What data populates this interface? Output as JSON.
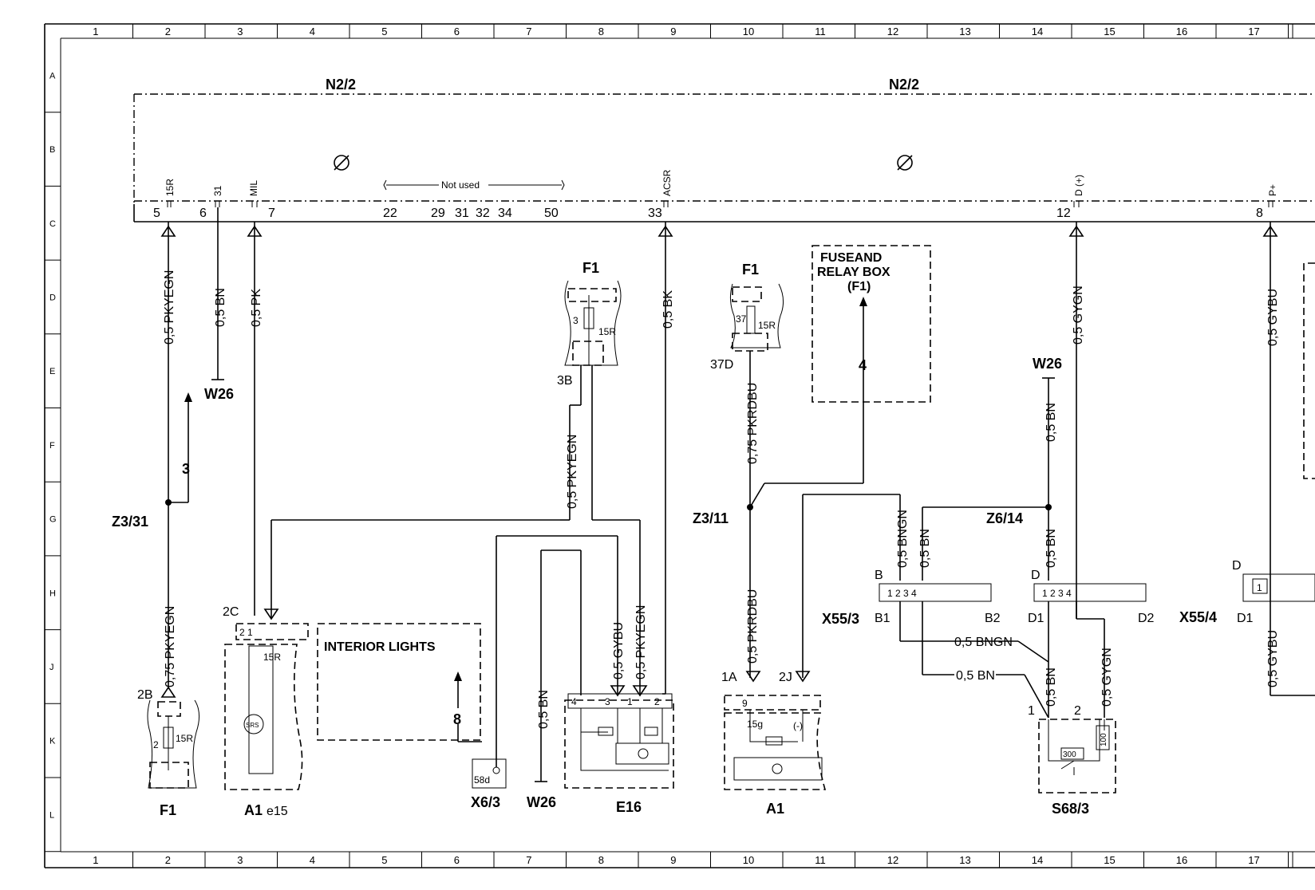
{
  "grid": {
    "columns": [
      "1",
      "2",
      "3",
      "4",
      "5",
      "6",
      "7",
      "8",
      "9",
      "10",
      "11",
      "12",
      "13",
      "14",
      "15",
      "16",
      "17"
    ],
    "rows": [
      "A",
      "B",
      "C",
      "D",
      "E",
      "F",
      "G",
      "H",
      "J",
      "K",
      "L"
    ]
  },
  "control_unit": {
    "name_left": "N2/2",
    "name_right": "N2/2",
    "pin_names": [
      "15R",
      "31",
      "MIL",
      "ACSR",
      "D (+)",
      "P+"
    ],
    "pins": [
      "5",
      "6",
      "7",
      "22",
      "29",
      "31",
      "32",
      "34",
      "50",
      "33",
      "12",
      "8"
    ],
    "not_used_label": "Not used"
  },
  "wires": {
    "w1": "0,5 PKYEGN",
    "w2": "0,5 BN",
    "w3": "0,5 PK",
    "w4": "0,5 BK",
    "w5": "0,5 PKYEGN",
    "w6": "0,75 PKRDBU",
    "w7": "0,5 GYGN",
    "w8": "0,5 GYBU",
    "w9": "0,5 BN",
    "w10": "0,75 PKYEGN",
    "w11": "0,5 GYBU",
    "w12": "0,5 PKYEGN",
    "w13": "0,5 BN",
    "w14": "0,5 PKRDBU",
    "w15": "0,5 BNGN",
    "w16": "0,5 BN",
    "w17": "0,5 BN",
    "w18": "0,5 BNGN",
    "w19": "0,5 BN",
    "w20": "0,5 BN",
    "w21": "0,5 GYGN",
    "w22": "0,5 GYBU"
  },
  "components": {
    "w26_a": "W26",
    "w26_b": "W26",
    "w26_c": "W26",
    "z3_31": "Z3/31",
    "z3_11": "Z3/11",
    "z6_14": "Z6/14",
    "f1_top": "F1",
    "f1_mid": "F1",
    "f1_bottom": "F1",
    "fuse_box_line1": "FUSEAND",
    "fuse_box_line2": "RELAY BOX",
    "fuse_box_line3": "(F1)",
    "interior_lights": "INTERIOR LIGHTS",
    "a1_e15_a": "A1",
    "a1_e15_b": "e15",
    "x6_3": "X6/3",
    "e16": "E16",
    "a1": "A1",
    "s68_3": "S68/3",
    "x55_3": "X55/3",
    "x55_4": "X55/4",
    "srs": "SRS"
  },
  "refs": {
    "ref3": "3",
    "ref4": "4",
    "ref8": "8"
  },
  "connectors": {
    "c_2b": "2B",
    "c_2c": "2C",
    "c_3b": "3B",
    "c_37d": "37D",
    "c_1a": "1A",
    "c_2j": "2J",
    "c_b": "B",
    "c_b1": "B1",
    "c_b2": "B2",
    "c_d": "D",
    "c_d1": "D1",
    "c_d2": "D2",
    "c_d_r": "D",
    "c_d1_r": "D1",
    "f1_top_pin": "3",
    "f1_top_amp": "15R",
    "f1_mid_pin": "37",
    "f1_mid_amp": "15R",
    "f1_bot_pin": "2",
    "f1_bot_amp": "15R",
    "a1e15_pins": "2  1",
    "a1e15_amp": "15R",
    "e16_pins_1": "4",
    "e16_pins_2": "3",
    "e16_pins_3": "1",
    "e16_pins_4": "2",
    "a1_pin_9": "9",
    "a1_15g": "15g",
    "a1_minus": "(-)",
    "x6_58d": "58d",
    "s68_pin1": "1",
    "s68_pin2": "2",
    "s68_300": "300",
    "s68_100": "100",
    "x55_pins": "1  2   3  4",
    "x55_4_pin": "1"
  }
}
